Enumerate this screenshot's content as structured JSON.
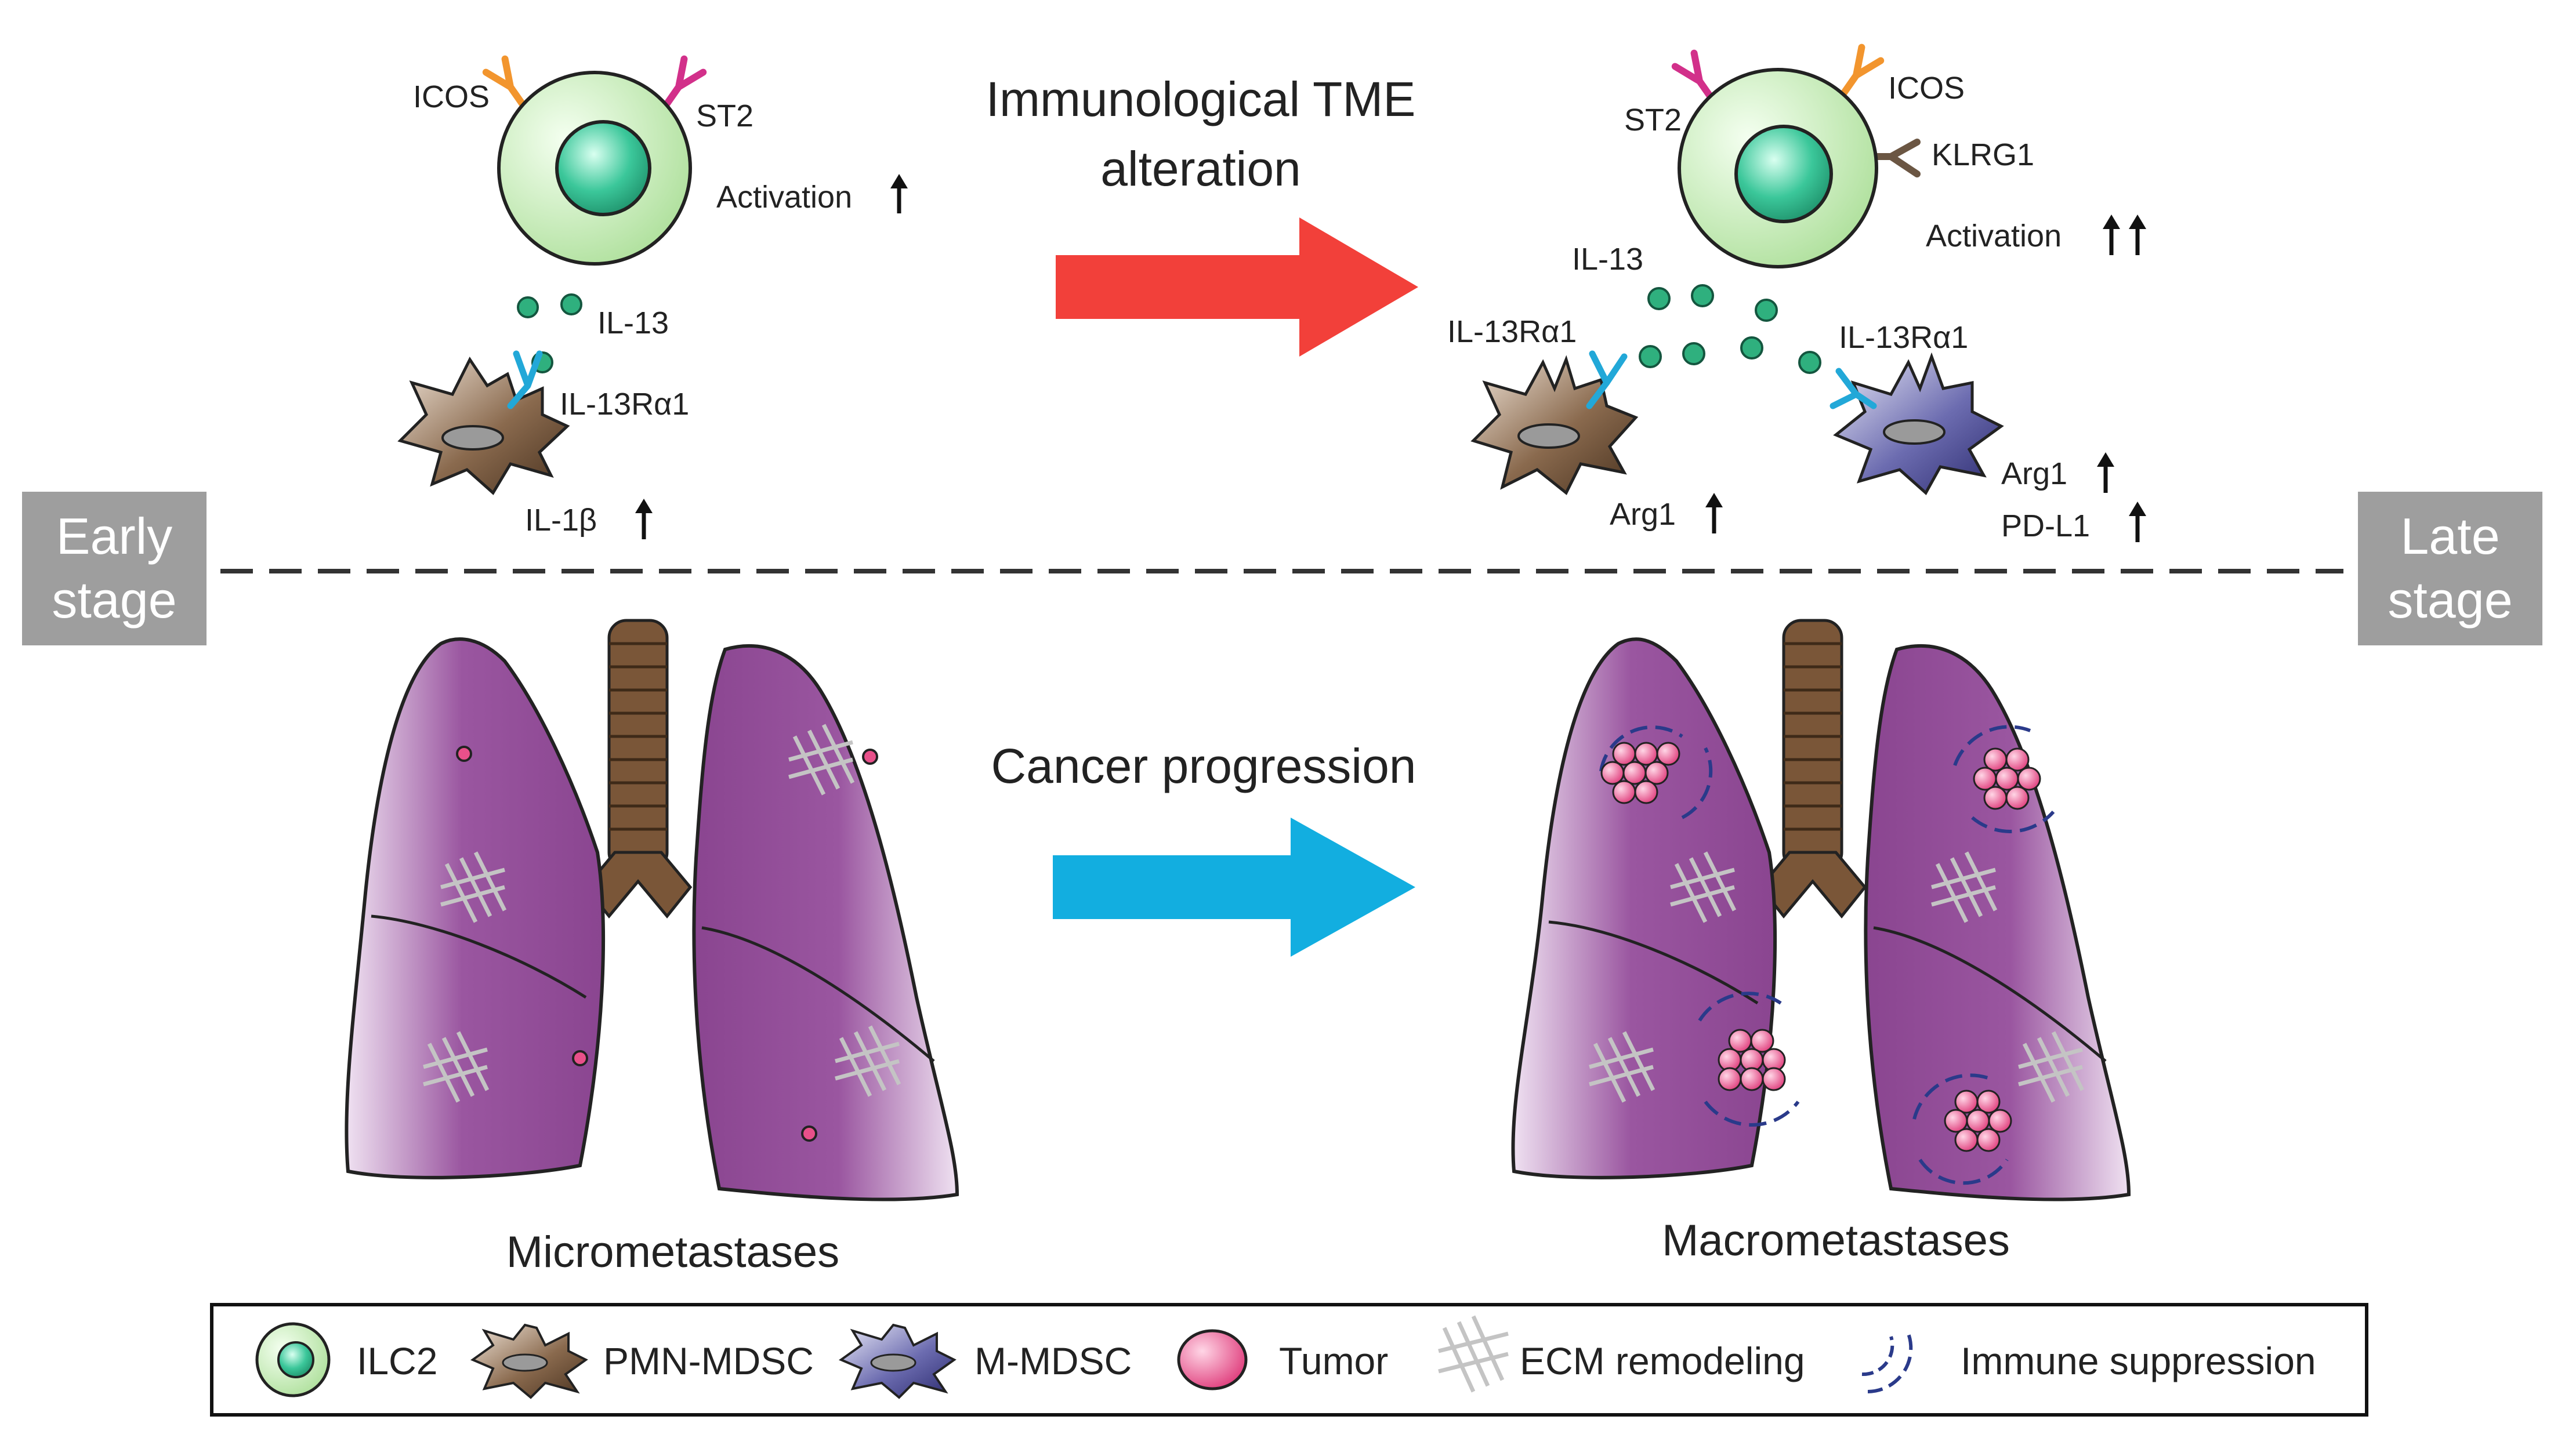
{
  "labels": {
    "early_icos": "ICOS",
    "early_st2": "ST2",
    "early_activation": "Activation",
    "early_il13": "IL-13",
    "early_il13r": "IL-13Rα1",
    "early_il1b": "IL-1β",
    "late_st2": "ST2",
    "late_icos": "ICOS",
    "late_klrg1": "KLRG1",
    "late_activation": "Activation",
    "late_il13": "IL-13",
    "late_il13r_left": "IL-13Rα1",
    "late_il13r_right": "IL-13Rα1",
    "late_arg1_left": "Arg1",
    "late_arg1_right": "Arg1",
    "late_pdl1": "PD-L1"
  },
  "arrows": {
    "top_line1": "Immunological TME",
    "top_line2": "alteration",
    "bottom": "Cancer progression",
    "top_color": "#f2403a",
    "bottom_color": "#12aee0"
  },
  "stages": {
    "early_line1": "Early",
    "early_line2": "stage",
    "late_line1": "Late",
    "late_line2": "stage",
    "box_color": "#9e9e9e"
  },
  "lungs": {
    "left_caption": "Micrometastases",
    "right_caption": "Macrometastases",
    "lung_color": "#8f4b94",
    "trachea_color": "#7a5638"
  },
  "legend": {
    "items": [
      {
        "label": "ILC2",
        "icon": "ilc2-cell-icon"
      },
      {
        "label": "PMN-MDSC",
        "icon": "pmn-mdsc-icon"
      },
      {
        "label": "M-MDSC",
        "icon": "m-mdsc-icon"
      },
      {
        "label": "Tumor",
        "icon": "tumor-icon"
      },
      {
        "label": "ECM remodeling",
        "icon": "ecm-remodeling-icon"
      },
      {
        "label": "Immune suppression",
        "icon": "immune-suppression-icon"
      }
    ]
  },
  "colors": {
    "ilc2": "#b9e6a8",
    "nucleus": "#2bb38a",
    "pmn_mdsc": "#8a6a4e",
    "m_mdsc": "#5d5da3",
    "tumor": "#e8508a",
    "il13_dot": "#2fb07e",
    "receptor": "#22a8d8",
    "icos_receptor": "#f2952e",
    "st2_receptor": "#d2308a",
    "klrg1_receptor": "#6b5643",
    "immune_suppression": "#2a3a8a",
    "ecm": "#c4c4c4"
  }
}
